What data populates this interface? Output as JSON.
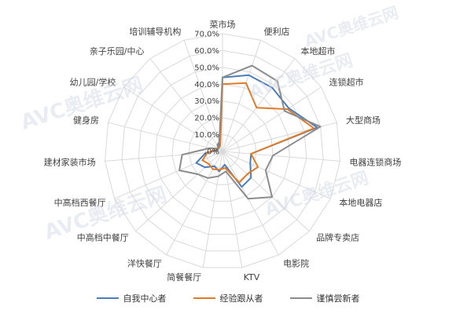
{
  "chart_data": {
    "type": "radar",
    "categories": [
      "菜市场",
      "便利店",
      "本地超市",
      "连锁超市",
      "大型商场",
      "电器连锁商场",
      "本地电器店",
      "品牌专卖店",
      "电影院",
      "KTV",
      "简餐餐厅",
      "洋快餐厅",
      "中高档中餐厅",
      "中高档西餐厅",
      "建材家装市场",
      "健身房",
      "幼儿园/学校",
      "亲子乐园/中心",
      "培训辅导机构"
    ],
    "rlim": [
      0,
      70
    ],
    "tick_labels": [
      ".0%",
      "10.0%",
      "20.0%",
      "30.0%",
      "40.0%",
      "50.0%",
      "60.0%",
      "70.0%"
    ],
    "series": [
      {
        "name": "自我中心者",
        "color": "#4a7ebb",
        "values": [
          44,
          48,
          48,
          47,
          58,
          17,
          18,
          23,
          24,
          8,
          12,
          10,
          14,
          17,
          10,
          3,
          3,
          4,
          5
        ]
      },
      {
        "name": "经验跟从者",
        "color": "#e07b27",
        "values": [
          40,
          43,
          33,
          46,
          56,
          17,
          23,
          20,
          21,
          10,
          11,
          12,
          11,
          13,
          9,
          4,
          3,
          3,
          4
        ]
      },
      {
        "name": "谨慎尝新者",
        "color": "#8c8c8c",
        "values": [
          44,
          54,
          53,
          44,
          60,
          30,
          28,
          40,
          32,
          12,
          15,
          18,
          20,
          28,
          24,
          8,
          3,
          5,
          6
        ]
      }
    ]
  },
  "watermark": "AVC奥维云网"
}
